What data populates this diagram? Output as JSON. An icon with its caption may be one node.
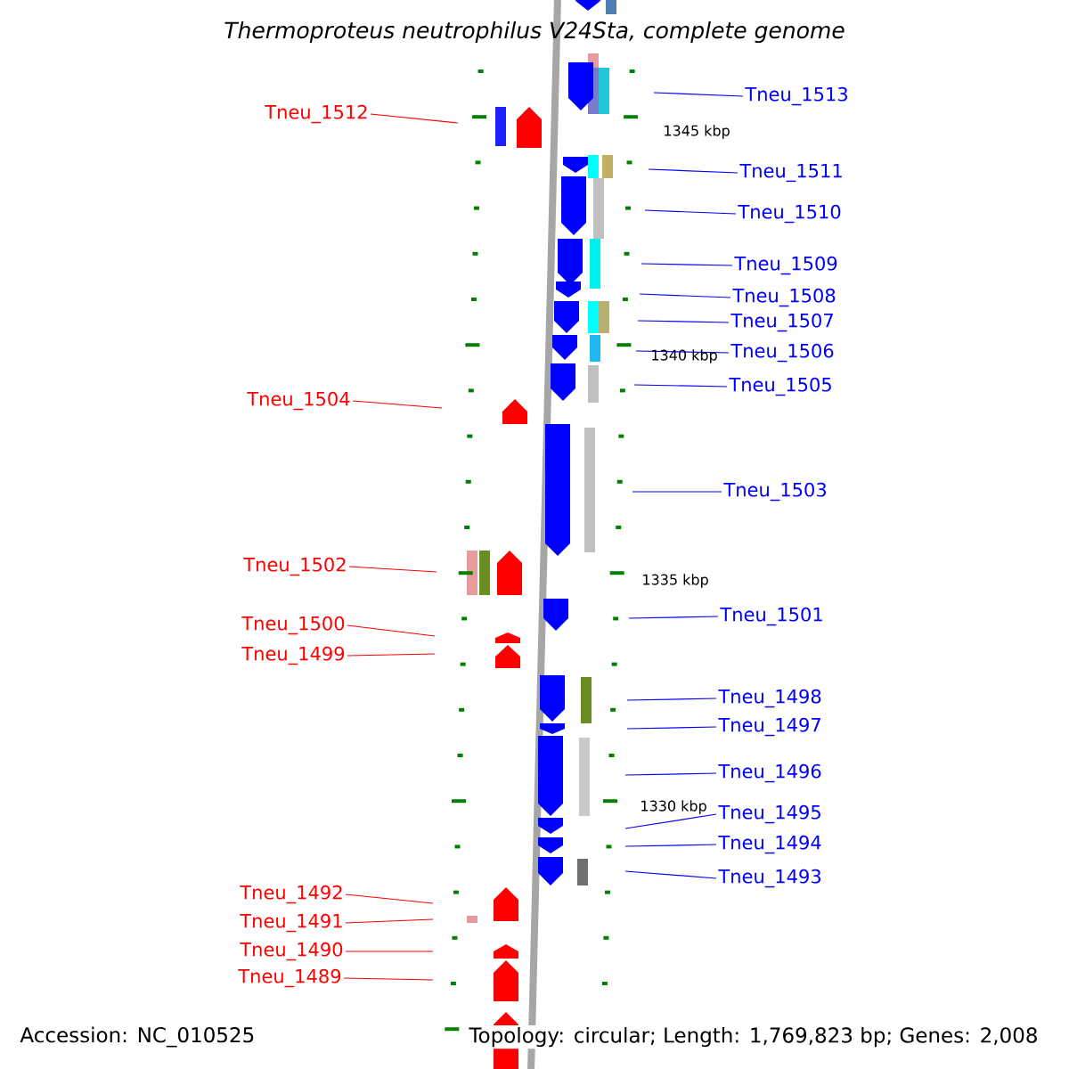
{
  "diagram": {
    "title": "Thermoproteus neutrophilus V24Sta, complete genome",
    "nodes": [
      {
        "text": [
          "Tneu_1513"
        ]
      },
      {
        "text": [
          "Tneu_1512"
        ]
      },
      {
        "text": [
          "Tneu_1511"
        ]
      },
      {
        "text": [
          "Tneu_1510"
        ]
      },
      {
        "text": [
          "Tneu_1509"
        ]
      },
      {
        "text": [
          "Tneu_1508"
        ]
      },
      {
        "text": [
          "Tneu_1507"
        ]
      },
      {
        "text": [
          "Tneu_1506"
        ]
      },
      {
        "text": [
          "Tneu_1504"
        ]
      },
      {
        "text": [
          "Tneu_1505"
        ]
      },
      {
        "text": [
          "Tneu_1503"
        ]
      },
      {
        "text": [
          "Tneu_1502"
        ]
      },
      {
        "text": [
          "Tneu_1501"
        ]
      },
      {
        "text": [
          "Tneu_1500"
        ]
      },
      {
        "text": [
          "Tneu_1499"
        ]
      },
      {
        "text": [
          "Tneu_1498"
        ]
      },
      {
        "text": [
          "Tneu_1497"
        ]
      },
      {
        "text": [
          "Tneu_1496"
        ]
      },
      {
        "text": [
          "Tneu_1495"
        ]
      },
      {
        "text": [
          "Tneu_1494"
        ]
      },
      {
        "text": [
          "Tneu_1493"
        ]
      },
      {
        "text": [
          "Tneu_1492"
        ]
      },
      {
        "text": [
          "Tneu_1491"
        ]
      },
      {
        "text": [
          "Tneu_1490"
        ]
      },
      {
        "text": [
          "Tneu_1489"
        ]
      }
    ],
    "edges": [
      {
        "from": 0,
        "to": null,
        "arrow": "none"
      },
      {
        "from": 1,
        "to": null,
        "arrow": "none",
        "color": "#ff0000"
      },
      {
        "from": 2,
        "to": null,
        "arrow": "none"
      },
      {
        "from": 3,
        "to": null,
        "arrow": "none"
      },
      {
        "from": 4,
        "to": null,
        "arrow": "none"
      },
      {
        "from": 5,
        "to": null,
        "arrow": "none"
      },
      {
        "from": 6,
        "to": null,
        "arrow": "none"
      },
      {
        "from": 7,
        "to": null,
        "arrow": "none"
      },
      {
        "from": 8,
        "to": null,
        "arrow": "none",
        "color": "#ff0000"
      },
      {
        "from": 9,
        "to": null,
        "arrow": "none"
      },
      {
        "from": 10,
        "to": null,
        "arrow": "none"
      },
      {
        "from": 11,
        "to": null,
        "arrow": "none",
        "color": "#ff0000"
      },
      {
        "from": 12,
        "to": null,
        "arrow": "none"
      },
      {
        "from": 13,
        "to": null,
        "arrow": "none",
        "color": "#ff0000"
      },
      {
        "from": 14,
        "to": null,
        "arrow": "none",
        "color": "#ff0000"
      },
      {
        "from": 15,
        "to": null,
        "arrow": "none"
      },
      {
        "from": 16,
        "to": null,
        "arrow": "none"
      },
      {
        "from": 17,
        "to": null,
        "arrow": "none"
      },
      {
        "from": 18,
        "to": null,
        "arrow": "none"
      },
      {
        "from": 19,
        "to": null,
        "arrow": "none"
      },
      {
        "from": 20,
        "to": null,
        "arrow": "none"
      },
      {
        "from": 21,
        "to": null,
        "arrow": "none",
        "color": "#ff0000"
      },
      {
        "from": 22,
        "to": null,
        "arrow": "none",
        "color": "#ff0000"
      },
      {
        "from": 23,
        "to": null,
        "arrow": "none",
        "color": "#ff0000"
      },
      {
        "from": 24,
        "to": null,
        "arrow": "none",
        "color": "#ff0000"
      }
    ],
    "labels": [
      "1345 kbp",
      "1340 kbp",
      "1335 kbp",
      "1330 kbp",
      "Accession: NC_010525",
      "Topology: circular; Length: 1,769,823 bp; Genes: 2,008"
    ]
  }
}
